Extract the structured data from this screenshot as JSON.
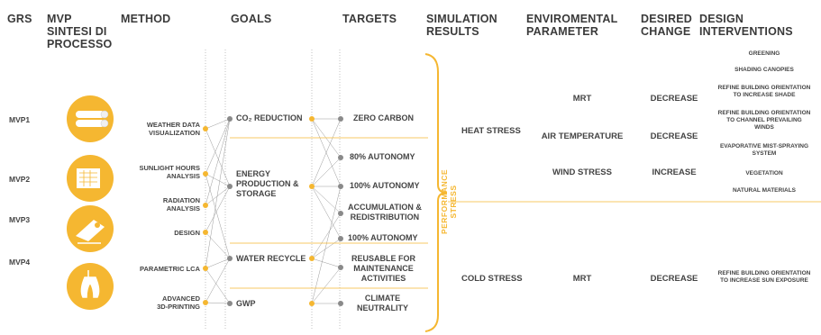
{
  "headers": {
    "grs": "GRS",
    "mvp": "MVP\nSINTESI DI\nPROCESSO",
    "method": "METHOD",
    "goals": "GOALS",
    "targets": "TARGETS",
    "simulation": "SIMULATION\nRESULTS",
    "parameter": "ENVIROMENTAL\nPARAMETER",
    "change": "DESIRED\nCHANGE",
    "design": "DESIGN\nINTERVENTIONS"
  },
  "mvps": [
    "MVP1",
    "MVP2",
    "MVP3",
    "MVP4"
  ],
  "methods": [
    "WEATHER DATA\nVISUALIZATION",
    "SUNLIGHT HOURS\nANALYSIS",
    "RADIATION\nANALYSIS",
    "DESIGN",
    "PARAMETRIC LCA",
    "ADVANCED\n3D-PRINTING"
  ],
  "goals": [
    "CO₂ REDUCTION",
    "ENERGY\nPRODUCTION &\nSTORAGE",
    "WATER RECYCLE",
    "GWP"
  ],
  "targets": [
    "ZERO CARBON",
    "80% AUTONOMY",
    "100% AUTONOMY",
    "ACCUMULATION &\nREDISTRIBUTION",
    "100% AUTONOMY",
    "REUSABLE FOR\nMAINTENANCE\nACTIVITIES",
    "CLIMATE\nNEUTRALITY"
  ],
  "performance_label": "PERFORMANCE STRESS",
  "simulation_results": [
    "HEAT STRESS",
    "COLD STRESS"
  ],
  "parameters": [
    "MRT",
    "AIR TEMPERATURE",
    "WIND STRESS",
    "MRT"
  ],
  "changes": [
    "DECREASE",
    "DECREASE",
    "INCREASE",
    "DECREASE"
  ],
  "design_interventions": [
    "GREENING",
    "SHADING CANOPIES",
    "REFINE BUILDING ORIENTATION\nTO INCREASE SHADE",
    "REFINE BUILDING ORIENTATION\nTO CHANNEL PREVAILING\nWINDS",
    "EVAPORATIVE MIST-SPRAYING\nSYSTEM",
    "VEGETATION",
    "NATURAL MATERIALS",
    "REFINE BUILDING ORIENTATION\nTO INCREASE SUN EXPOSURE"
  ],
  "colors": {
    "accent": "#f5b731",
    "text": "#444444",
    "dot_grey": "#8a8a8a"
  }
}
